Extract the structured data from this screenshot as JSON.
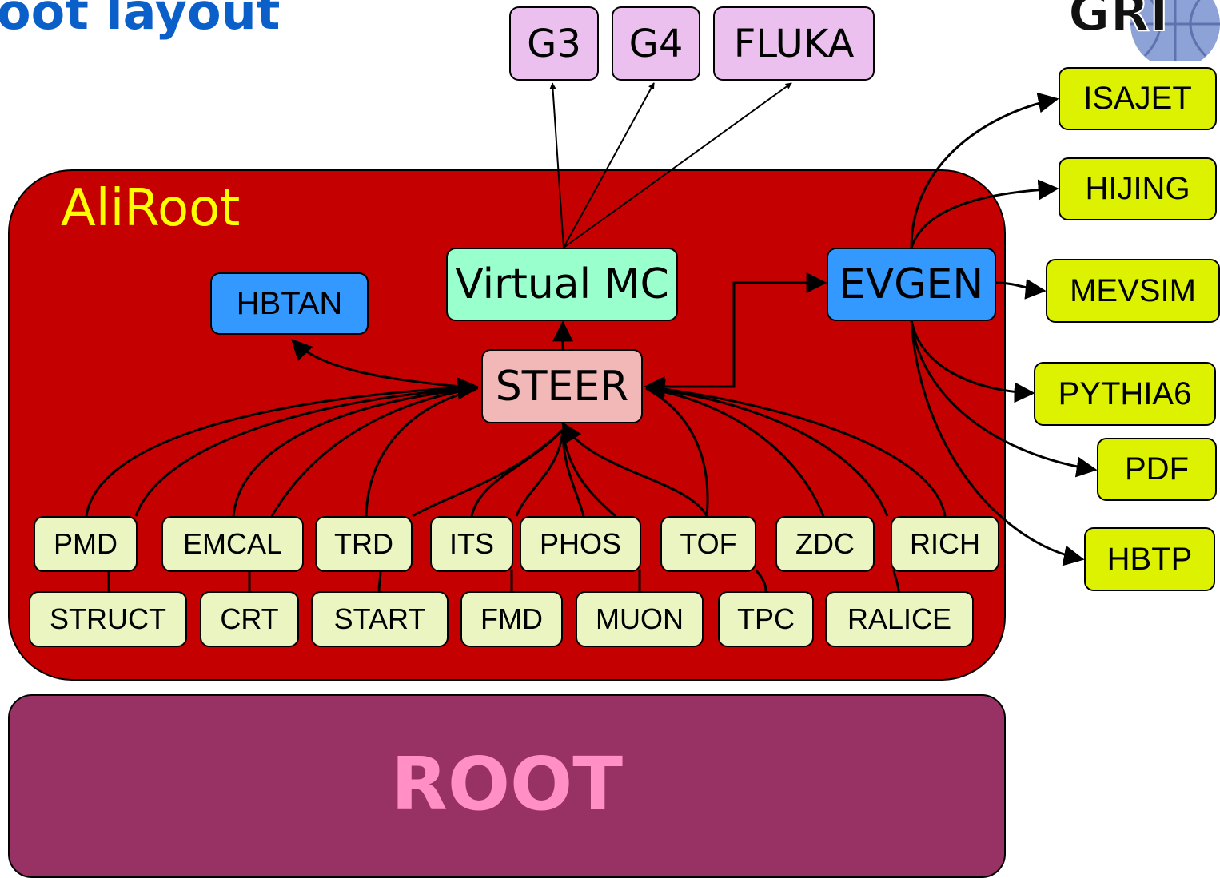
{
  "slide": {
    "title": "oot layout"
  },
  "panels": {
    "aliroot": "AliRoot",
    "root": "ROOT"
  },
  "mc_engines": [
    "G3",
    "G4",
    "FLUKA"
  ],
  "core": {
    "virtual_mc": "Virtual MC",
    "steer": "STEER",
    "hbtan": "HBTAN",
    "evgen": "EVGEN"
  },
  "detectors": {
    "row1": [
      "PMD",
      "EMCAL",
      "TRD",
      "ITS",
      "PHOS",
      "TOF",
      "ZDC",
      "RICH"
    ],
    "row2": [
      "STRUCT",
      "CRT",
      "START",
      "FMD",
      "MUON",
      "TPC",
      "RALICE"
    ]
  },
  "generators": [
    "ISAJET",
    "HIJING",
    "MEVSIM",
    "PYTHIA6",
    "PDF",
    "HBTP"
  ],
  "logo": {
    "text": "GRI"
  },
  "colors": {
    "title": "#0a5fc9",
    "aliroot_bg": "#c40000",
    "aliroot_text": "#ffff00",
    "root_bg": "#983264",
    "root_text": "#ff8fc4",
    "mc_box": "#ecc0ee",
    "virtual_mc_box": "#99ffcc",
    "blue_box": "#3399ff",
    "steer_box": "#f2b8b8",
    "detector_box": "#ebf5c2",
    "generator_box": "#dcf200"
  }
}
